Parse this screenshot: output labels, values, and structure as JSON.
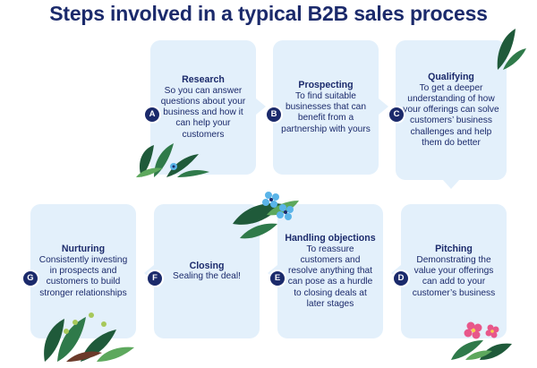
{
  "title": "Steps involved in a typical B2B sales process",
  "colors": {
    "card": "#e3f0fb",
    "text": "#1b2a6b",
    "badge": "#1b2a6b",
    "leaf_dark": "#1f5a3a",
    "leaf_light": "#5da85d",
    "flower_blue": "#5ab4e8",
    "flower_pink": "#e8578a"
  },
  "steps": [
    {
      "letter": "A",
      "heading": "Research",
      "body": "So you can answer questions about your business and how it can help your customers"
    },
    {
      "letter": "B",
      "heading": "Prospecting",
      "body": "To find suitable businesses that can benefit from a partnership with yours"
    },
    {
      "letter": "C",
      "heading": "Qualifying",
      "body": "To get a deeper understanding of how your offerings can solve customers’ business challenges and help them do better"
    },
    {
      "letter": "D",
      "heading": "Pitching",
      "body": "Demonstrating the value your offerings can add to your customer’s business"
    },
    {
      "letter": "E",
      "heading": "Handling objections",
      "body": "To reassure customers and resolve anything that can pose as a hurdle to closing deals at later stages"
    },
    {
      "letter": "F",
      "heading": "Closing",
      "body": "Sealing the deal!"
    },
    {
      "letter": "G",
      "heading": "Nurturing",
      "body": "Consistently investing in prospects and customers to build stronger relationships"
    }
  ],
  "icons": [
    "leaf-cluster-icon",
    "blue-flower-icon",
    "pink-flower-icon"
  ]
}
